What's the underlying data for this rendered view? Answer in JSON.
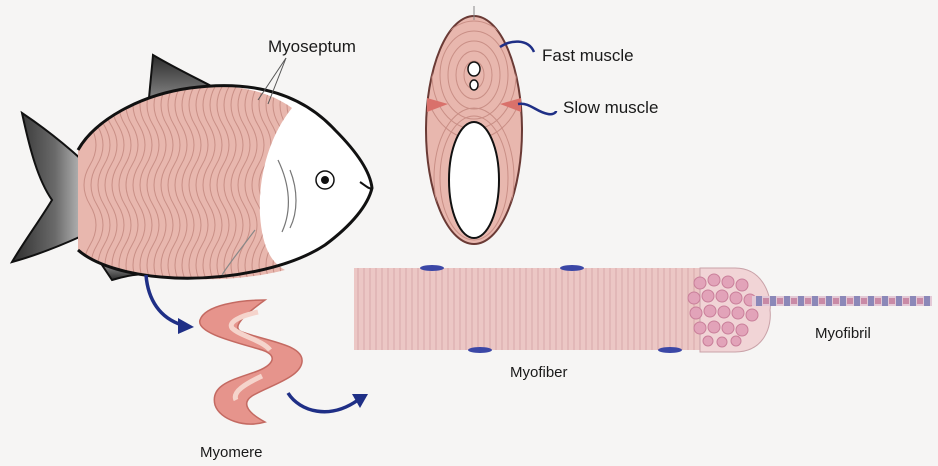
{
  "labels": {
    "myoseptum": "Myoseptum",
    "fast_muscle": "Fast muscle",
    "slow_muscle": "Slow muscle",
    "myofiber": "Myofiber",
    "myofibril": "Myofibril",
    "myomere": "Myomere"
  },
  "colors": {
    "background": "#f6f5f4",
    "muscle": "#e8b7ae",
    "muscle_line": "#c98f86",
    "slow_muscle": "#d9716b",
    "fin_dark": "#3a3a3a",
    "arrow": "#1f2f86",
    "nucleus": "#3b47a6",
    "myofibril_band": "#8b88b8",
    "outline": "#111111"
  },
  "icons": [
    "fish-icon",
    "cross-section-icon",
    "myomere-icon",
    "myofiber-icon",
    "myofibril-icon",
    "curved-arrow-icon"
  ]
}
